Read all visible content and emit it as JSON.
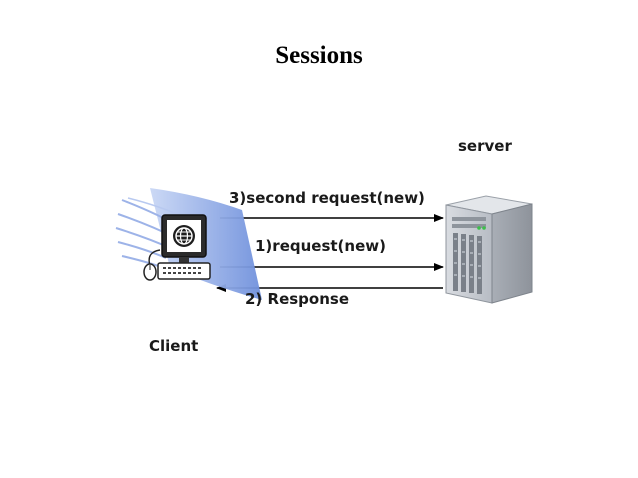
{
  "slide": {
    "title": "Sessions"
  },
  "diagram": {
    "nodes": {
      "server": {
        "label": "server",
        "icon": "server-tower-icon"
      },
      "client": {
        "label": "Client",
        "icon": "desktop-computer-icon"
      }
    },
    "arrows": [
      {
        "label": "3)second request(new)",
        "from": "client",
        "to": "server"
      },
      {
        "label": "1)request(new)",
        "from": "client",
        "to": "server"
      },
      {
        "label": "2) Response",
        "from": "server",
        "to": "client"
      }
    ]
  },
  "colors": {
    "swoosh": "#7f9fe0",
    "swoosh_light": "#c9d7f5",
    "server_body": "#c8ccd2",
    "arrow": "#000000"
  }
}
